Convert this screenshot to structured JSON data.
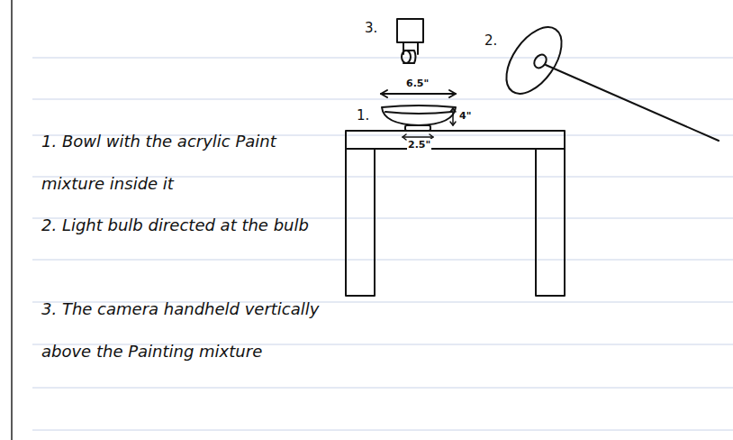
{
  "diagram": {
    "labels": [
      "3.",
      "2.",
      "6.5\"",
      "1.",
      "4\"",
      "2.5\"",
      "1. Bowl with the acrylic Paint mixture inside it",
      "2. Light bulb directed at the bulb",
      "3. The camera handheld vertically above the Painting mixture"
    ]
  }
}
